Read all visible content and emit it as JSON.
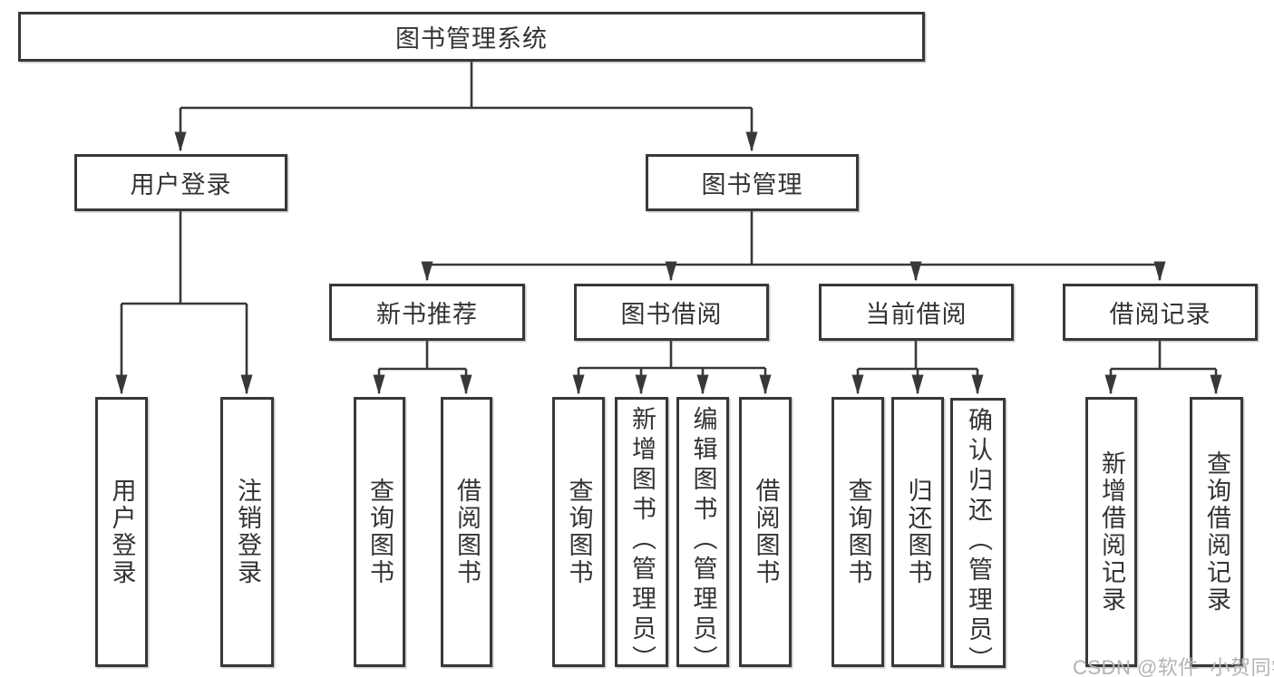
{
  "diagram": {
    "watermark": "CSDN @软件_小贺同学",
    "colors": {
      "line": "#383838",
      "box_background": "#ffffff",
      "text": "#333333",
      "watermark_text": "#b3b3b3"
    },
    "root": {
      "label": "图书管理系统",
      "children": [
        {
          "label": "用户登录",
          "children": [
            {
              "label": "用户登录"
            },
            {
              "label": "注销登录"
            }
          ]
        },
        {
          "label": "图书管理",
          "children": [
            {
              "label": "新书推荐",
              "children": [
                {
                  "label": "查询图书"
                },
                {
                  "label": "借阅图书"
                }
              ]
            },
            {
              "label": "图书借阅",
              "children": [
                {
                  "label": "查询图书"
                },
                {
                  "label": "新增图书（管理员）"
                },
                {
                  "label": "编辑图书（管理员）"
                },
                {
                  "label": "借阅图书"
                }
              ]
            },
            {
              "label": "当前借阅",
              "children": [
                {
                  "label": "查询图书"
                },
                {
                  "label": "归还图书"
                },
                {
                  "label": "确认归还（管理员）"
                }
              ]
            },
            {
              "label": "借阅记录",
              "children": [
                {
                  "label": "新增借阅记录"
                },
                {
                  "label": "查询借阅记录"
                }
              ]
            }
          ]
        }
      ]
    }
  }
}
